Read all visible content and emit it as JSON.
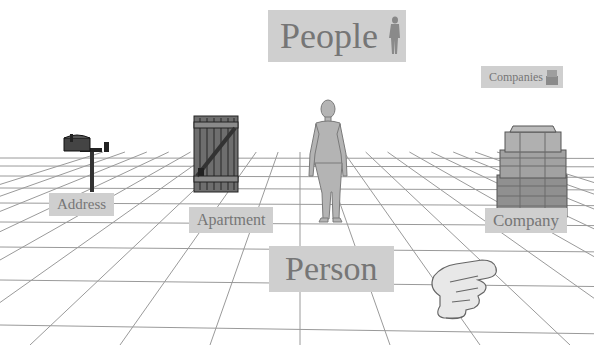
{
  "diagram": {
    "nodes": [
      {
        "text": [
          "People"
        ]
      },
      {
        "text": [
          "Companies"
        ]
      },
      {
        "text": [
          "Address"
        ]
      },
      {
        "text": [
          "Apartment"
        ]
      },
      {
        "text": [
          "Company"
        ]
      },
      {
        "text": [
          "Person"
        ]
      }
    ]
  }
}
